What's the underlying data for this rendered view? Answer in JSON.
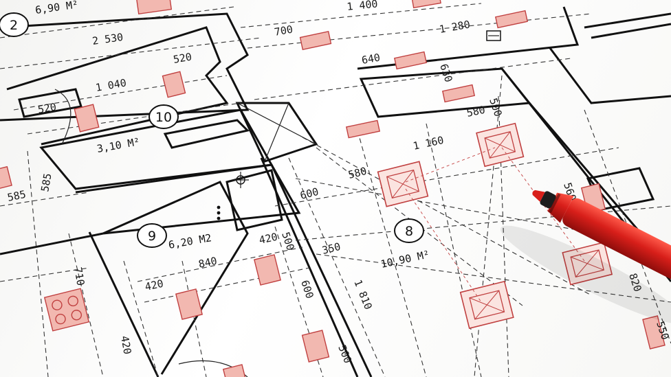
{
  "rooms": [
    {
      "number": "10",
      "area": "3,10 M²"
    },
    {
      "number": "9",
      "area": "6,20 M2"
    },
    {
      "number": "8",
      "area": "10,90 M²"
    },
    {
      "number": "2",
      "area": "6,90 M²"
    }
  ],
  "dimensions": [
    "1 400",
    "2 530",
    "700",
    "1 280",
    "640",
    "520",
    "1 040",
    "520",
    "580",
    "1 160",
    "580",
    "585",
    "585",
    "600",
    "350",
    "840",
    "420",
    "420",
    "500",
    "710",
    "420",
    "1 810",
    "500",
    "630",
    "600",
    "500",
    "560",
    "820",
    "550"
  ],
  "colors": {
    "line": "#111111",
    "pad_fill": "#f2b8b0",
    "pad_stroke": "#c04040",
    "pen_body": "#d42020",
    "pen_cap": "#1a1a1a"
  }
}
